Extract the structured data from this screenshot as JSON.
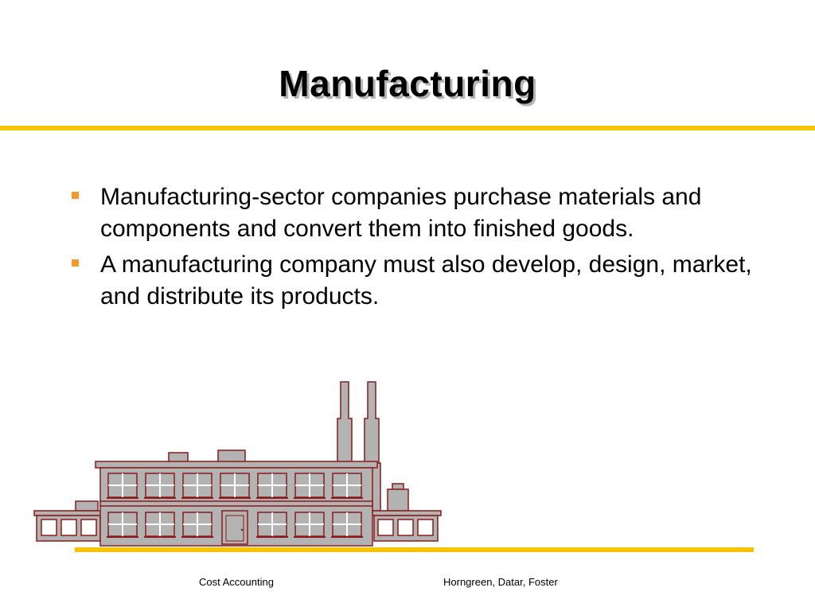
{
  "slide": {
    "title": "Manufacturing",
    "bullets": [
      "Manufacturing-sector companies purchase materials and components and convert them into finished goods.",
      "A manufacturing company must also develop, design, market, and distribute its products."
    ],
    "illustration": "factory-icon"
  },
  "footer": {
    "left": "Cost Accounting",
    "right": "Horngreen, Datar, Foster"
  },
  "colors": {
    "accent_rule": "#f5c400",
    "bullet": "#f39a2b",
    "factory_fill": "#b3b3b3",
    "factory_outline": "#8b1a1a"
  }
}
